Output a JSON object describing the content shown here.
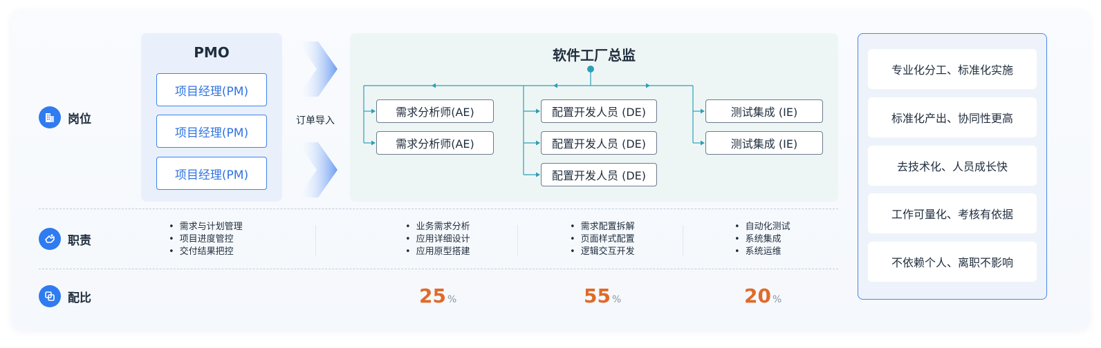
{
  "rows": {
    "position": "岗位",
    "duty": "职责",
    "ratio": "配比"
  },
  "pmo": {
    "title": "PMO",
    "pm_boxes": [
      "项目经理(PM)",
      "项目经理(PM)",
      "项目经理(PM)"
    ]
  },
  "order_label": "订单导入",
  "factory": {
    "title": "软件工厂总监",
    "ae_boxes": [
      "需求分析师(AE)",
      "需求分析师(AE)"
    ],
    "de_boxes": [
      "配置开发人员 (DE)",
      "配置开发人员 (DE)",
      "配置开发人员 (DE)"
    ],
    "ie_boxes": [
      "测试集成 (IE)",
      "测试集成 (IE)"
    ]
  },
  "duties": {
    "pm": [
      "需求与计划管理",
      "项目进度管控",
      "交付结果把控"
    ],
    "ae": [
      "业务需求分析",
      "应用详细设计",
      "应用原型搭建"
    ],
    "de": [
      "需求配置拆解",
      "页面样式配置",
      "逻辑交互开发"
    ],
    "ie": [
      "自动化测试",
      "系统集成",
      "系统运维"
    ]
  },
  "ratios": [
    {
      "value": "25",
      "unit": "%"
    },
    {
      "value": "55",
      "unit": "%"
    },
    {
      "value": "20",
      "unit": "%"
    }
  ],
  "benefits": [
    "专业化分工、标准化实施",
    "标准化产出、协同性更高",
    "去技术化、人员成长快",
    "工作可量化、考核有依据",
    "不依赖个人、离职不影响"
  ],
  "colors": {
    "accent_blue": "#2f7bf0",
    "ratio_orange": "#e06a2a",
    "tree_teal": "#2aa0b8"
  },
  "icons": {
    "position": "building-icon",
    "duty": "hand-icon",
    "ratio": "overlap-squares-icon"
  }
}
